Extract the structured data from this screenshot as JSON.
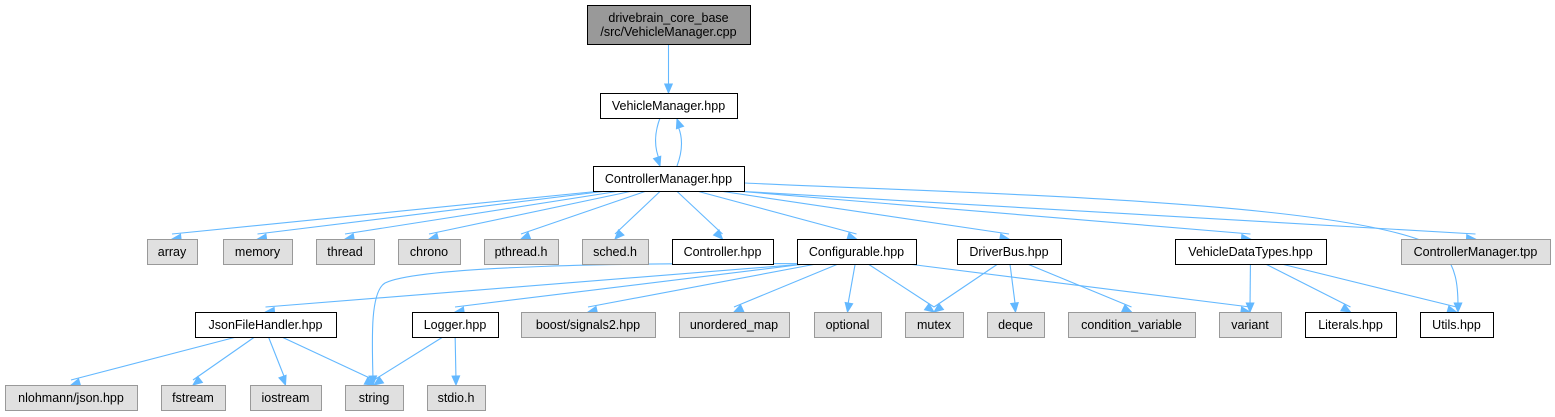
{
  "colors": {
    "root_fill": "#999999",
    "internal_fill": "#ffffff",
    "external_fill": "#e0e0e0",
    "internal_stroke": "#000000",
    "external_stroke": "#999999",
    "edge": "#63b8ff"
  },
  "nodes": [
    {
      "id": "root",
      "label": "drivebrain_core_base\n/src/VehicleManager.cpp",
      "kind": "root"
    },
    {
      "id": "vm",
      "label": "VehicleManager.hpp",
      "kind": "internal"
    },
    {
      "id": "cm",
      "label": "ControllerManager.hpp",
      "kind": "internal"
    },
    {
      "id": "array",
      "label": "array",
      "kind": "external"
    },
    {
      "id": "memory",
      "label": "memory",
      "kind": "external"
    },
    {
      "id": "thread",
      "label": "thread",
      "kind": "external"
    },
    {
      "id": "chrono",
      "label": "chrono",
      "kind": "external"
    },
    {
      "id": "pthread",
      "label": "pthread.h",
      "kind": "external"
    },
    {
      "id": "sched",
      "label": "sched.h",
      "kind": "external"
    },
    {
      "id": "controller",
      "label": "Controller.hpp",
      "kind": "internal"
    },
    {
      "id": "configurable",
      "label": "Configurable.hpp",
      "kind": "internal"
    },
    {
      "id": "driverbus",
      "label": "DriverBus.hpp",
      "kind": "internal"
    },
    {
      "id": "vdt",
      "label": "VehicleDataTypes.hpp",
      "kind": "internal"
    },
    {
      "id": "cmtpp",
      "label": "ControllerManager.tpp",
      "kind": "external"
    },
    {
      "id": "json",
      "label": "JsonFileHandler.hpp",
      "kind": "internal"
    },
    {
      "id": "logger",
      "label": "Logger.hpp",
      "kind": "internal"
    },
    {
      "id": "signals",
      "label": "boost/signals2.hpp",
      "kind": "external"
    },
    {
      "id": "umap",
      "label": "unordered_map",
      "kind": "external"
    },
    {
      "id": "optional",
      "label": "optional",
      "kind": "external"
    },
    {
      "id": "mutex",
      "label": "mutex",
      "kind": "external"
    },
    {
      "id": "deque",
      "label": "deque",
      "kind": "external"
    },
    {
      "id": "condvar",
      "label": "condition_variable",
      "kind": "external"
    },
    {
      "id": "variant",
      "label": "variant",
      "kind": "external"
    },
    {
      "id": "literals",
      "label": "Literals.hpp",
      "kind": "internal"
    },
    {
      "id": "utils",
      "label": "Utils.hpp",
      "kind": "internal"
    },
    {
      "id": "nlohmann",
      "label": "nlohmann/json.hpp",
      "kind": "external"
    },
    {
      "id": "fstream",
      "label": "fstream",
      "kind": "external"
    },
    {
      "id": "iostream",
      "label": "iostream",
      "kind": "external"
    },
    {
      "id": "string",
      "label": "string",
      "kind": "external"
    },
    {
      "id": "stdio",
      "label": "stdio.h",
      "kind": "external"
    }
  ],
  "edges": [
    [
      "root",
      "vm"
    ],
    [
      "vm",
      "cm"
    ],
    [
      "cm",
      "vm"
    ],
    [
      "cm",
      "array"
    ],
    [
      "cm",
      "memory"
    ],
    [
      "cm",
      "thread"
    ],
    [
      "cm",
      "chrono"
    ],
    [
      "cm",
      "pthread"
    ],
    [
      "cm",
      "sched"
    ],
    [
      "cm",
      "controller"
    ],
    [
      "cm",
      "configurable"
    ],
    [
      "cm",
      "driverbus"
    ],
    [
      "cm",
      "vdt"
    ],
    [
      "cm",
      "cmtpp"
    ],
    [
      "cm",
      "utils"
    ],
    [
      "configurable",
      "json"
    ],
    [
      "configurable",
      "logger"
    ],
    [
      "configurable",
      "signals"
    ],
    [
      "configurable",
      "umap"
    ],
    [
      "configurable",
      "optional"
    ],
    [
      "configurable",
      "mutex"
    ],
    [
      "configurable",
      "variant"
    ],
    [
      "configurable",
      "string"
    ],
    [
      "driverbus",
      "mutex"
    ],
    [
      "driverbus",
      "deque"
    ],
    [
      "driverbus",
      "condvar"
    ],
    [
      "vdt",
      "variant"
    ],
    [
      "vdt",
      "literals"
    ],
    [
      "vdt",
      "utils"
    ],
    [
      "json",
      "nlohmann"
    ],
    [
      "json",
      "fstream"
    ],
    [
      "json",
      "iostream"
    ],
    [
      "json",
      "string"
    ],
    [
      "logger",
      "string"
    ],
    [
      "logger",
      "stdio"
    ]
  ]
}
